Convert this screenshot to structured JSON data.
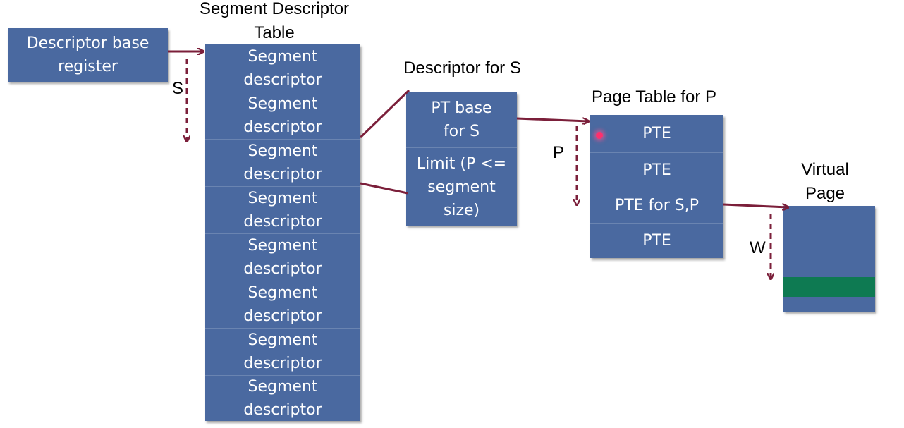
{
  "colors": {
    "box": "#4a69a0",
    "arrow": "#7b1f3a",
    "highlight": "#0e7a52"
  },
  "register": {
    "label": "Descriptor base register"
  },
  "segment_table": {
    "title": "Segment Descriptor Table",
    "rows": [
      "Segment descriptor",
      "Segment descriptor",
      "Segment descriptor",
      "Segment descriptor",
      "Segment descriptor",
      "Segment descriptor",
      "Segment descriptor",
      "Segment descriptor"
    ]
  },
  "descriptor": {
    "title": "Descriptor for S",
    "base": "PT base for S",
    "limit": "Limit (P <= segment size)"
  },
  "page_table": {
    "title": "Page Table for P",
    "rows": [
      "PTE",
      "PTE",
      "PTE for S,P",
      "PTE"
    ]
  },
  "virtual_page": {
    "title": "Virtual Page"
  },
  "labels": {
    "s": "S",
    "p": "P",
    "w": "W"
  }
}
